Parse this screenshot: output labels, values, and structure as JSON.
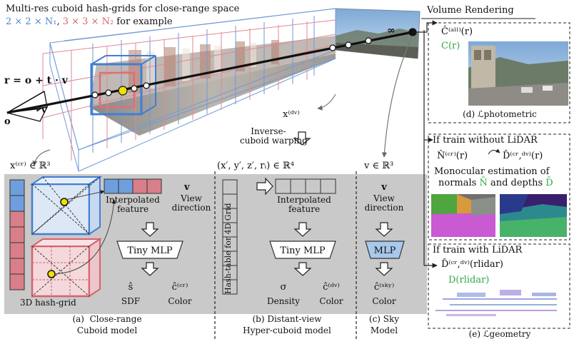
{
  "header": {
    "line1": "Multi-res cuboid hash-grids for close-range space",
    "line2_blue": "2 × 2 × N₁",
    "line2_sep": ", ",
    "line2_red": "3 × 3 × N₂",
    "line2_tail": " for example"
  },
  "scene": {
    "ray_equation": "r = o + t · v",
    "origin_label": "o",
    "view_label": "v",
    "infinity": "∞",
    "x_dv": "x⁽ᵈᵛ⁾",
    "warp_text": "Inverse-\ncuboid warping"
  },
  "close_range": {
    "input_label": "x⁽ᶜʳ⁾ ∈ ℝ³",
    "interp_label": "Interpolated\nfeature",
    "view_v": "v",
    "view_dir": "View\ndirection",
    "mlp": "Tiny MLP",
    "sdf_symbol": "ŝ",
    "sdf_label": "SDF",
    "color_symbol": "ĉ⁽ᶜʳ⁾",
    "color_label": "Color",
    "hashgrid_label": "3D hash-grid",
    "caption": "(a)  Close-range\nCuboid model"
  },
  "distant_view": {
    "input_label": "(x′, y′, z′, rᵢ) ∈ ℝ⁴",
    "hash_label": "Hash-table for 4D Grid",
    "interp_label": "Interpolated\nfeature",
    "mlp": "Tiny MLP",
    "density_symbol": "σ",
    "density_label": "Density",
    "color_symbol": "ĉ⁽ᵈᵛ⁾",
    "color_label": "Color",
    "caption": "(b) Distant-view\nHyper-cuboid model"
  },
  "sky": {
    "input_label": "v ∈ ℝ³",
    "view_v": "v",
    "view_dir": "View\ndirection",
    "mlp": "MLP",
    "color_symbol": "ĉ⁽ˢᵏʸ⁾",
    "color_label": "Color",
    "caption": "(c) Sky\nModel"
  },
  "volume_rendering": {
    "title": "Volume Rendering",
    "c_all": "Ĉ⁽ᵃˡˡ⁾(r)",
    "c_gt": "C(r)",
    "caption_d": "(d) ℒphotometric",
    "no_lidar_title": "If train without LiDAR",
    "n_hat": "N̂⁽ᶜʳ⁾(r)",
    "d_hat": "D̂⁽ᶜʳ,ᵈᵛ⁾(r)",
    "mono_line1": "Monocular estimation of",
    "mono_line2a": "normals ",
    "mono_line2b": "N̄",
    "mono_line2c": " and depths ",
    "mono_line2d": "D̄",
    "lidar_title": "If train with LiDAR",
    "d_lidar_hat": "D̂⁽ᶜʳ,ᵈᵛ⁾(rlidar)",
    "d_lidar": "D(rlidar)",
    "caption_e": "(e) ℒgeometry"
  },
  "colors": {
    "blue": "#4a84cc",
    "red": "#d8646e",
    "green": "#2fa84a",
    "panel_grey": "#c9c9c9"
  }
}
